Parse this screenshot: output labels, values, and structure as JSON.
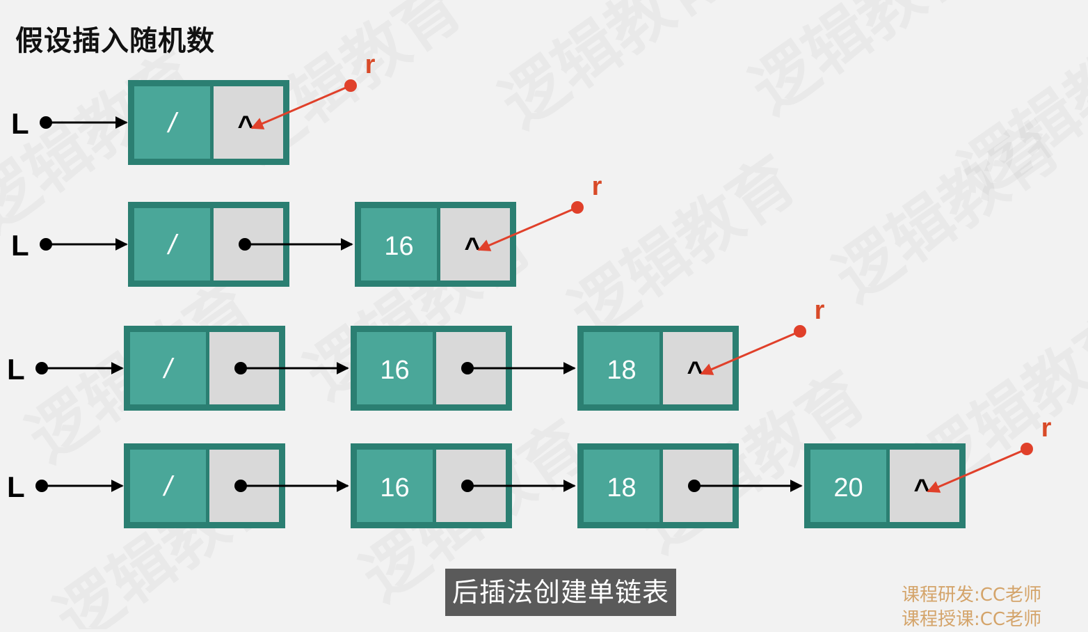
{
  "title": "假设插入随机数",
  "caption": "后插法创建单链表",
  "credits": [
    "课程研发:CC老师",
    "课程授课:CC老师"
  ],
  "watermark": "逻辑教育",
  "head_label": "L",
  "tail_pointer_label": "r",
  "null_symbol": "^",
  "head_node_data": "/",
  "colors": {
    "node_border": "#2b7f72",
    "data_cell": "#4aa799",
    "next_cell": "#d9d9d9",
    "arrow": "#000000",
    "tail_arrow": "#e0402a",
    "tail_label": "#d84a28",
    "caption_bg": "#5a5a5a",
    "credits": "#d4a46a"
  },
  "steps": [
    {
      "nodes": [
        "/"
      ]
    },
    {
      "nodes": [
        "/",
        "16"
      ]
    },
    {
      "nodes": [
        "/",
        "16",
        "18"
      ]
    },
    {
      "nodes": [
        "/",
        "16",
        "18",
        "20"
      ]
    }
  ]
}
